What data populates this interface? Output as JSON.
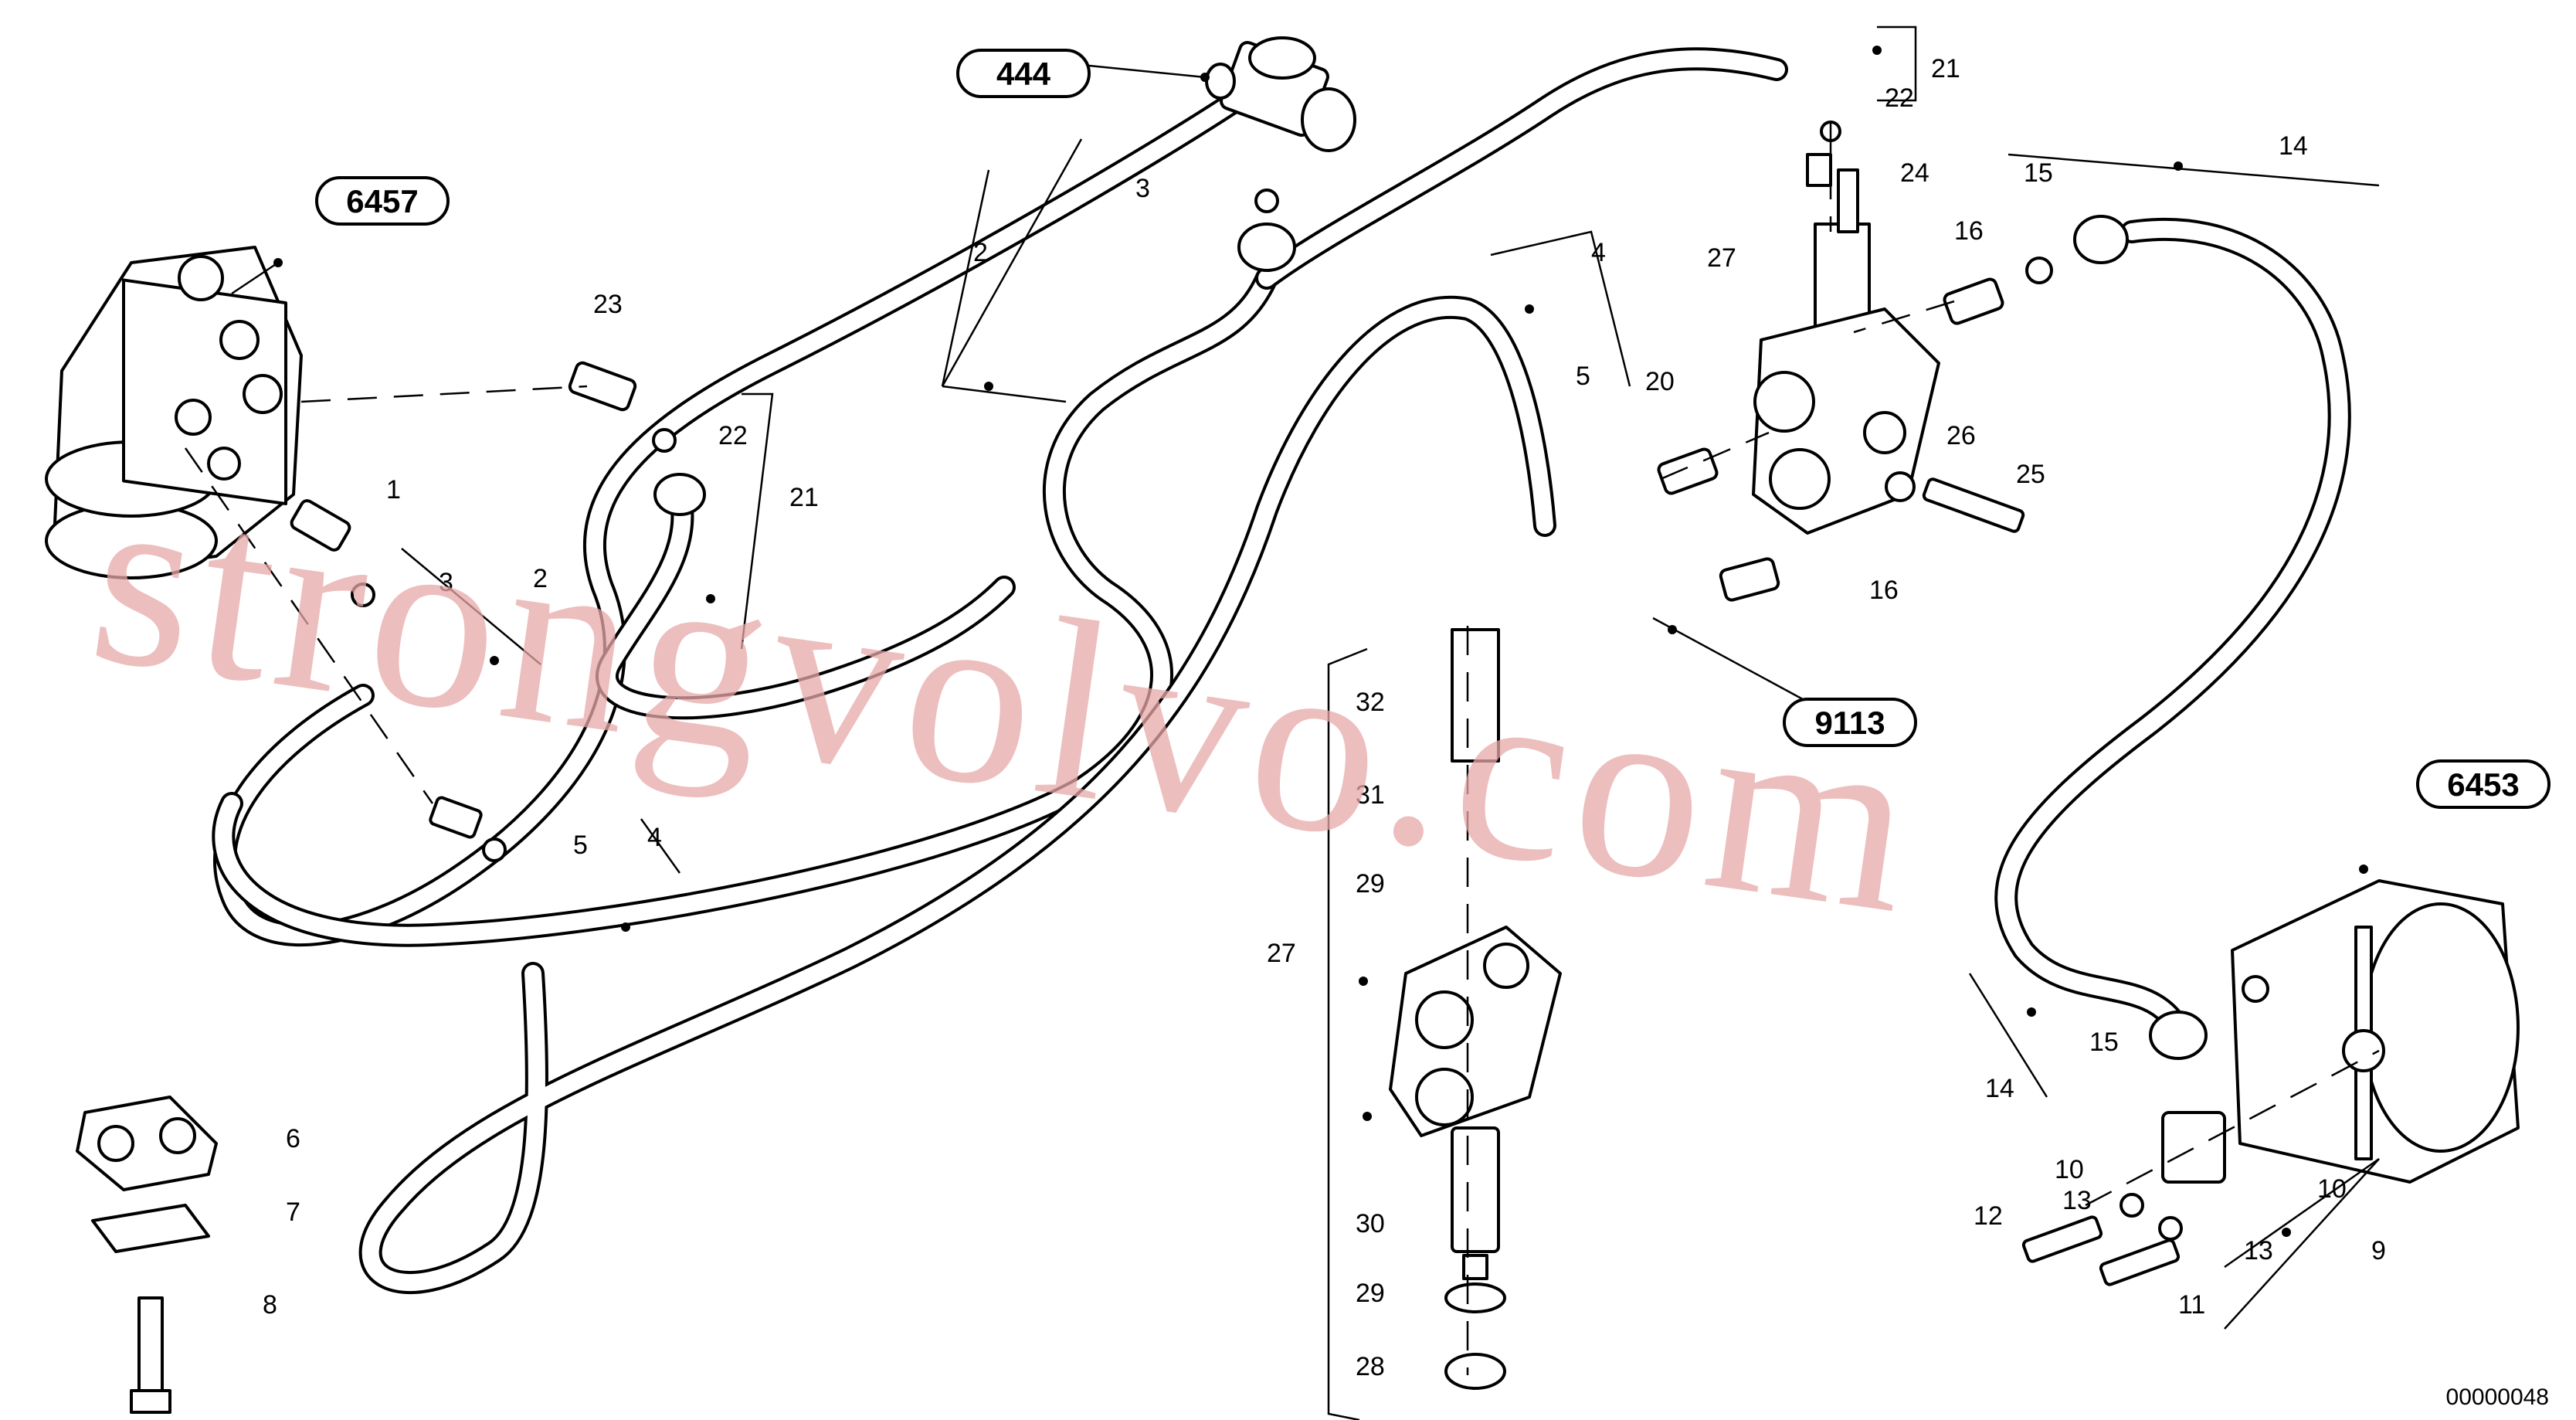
{
  "watermark": "strongvolvo.com",
  "drawing_code": "00000048",
  "references": [
    {
      "label": "6457"
    },
    {
      "label": "444"
    },
    {
      "label": "9113"
    },
    {
      "label": "6453"
    }
  ],
  "callouts": [
    "1",
    "2",
    "3",
    "4",
    "5",
    "21",
    "22",
    "23",
    "3",
    "2",
    "4",
    "5",
    "20",
    "22",
    "24",
    "21",
    "27",
    "26",
    "25",
    "16",
    "16",
    "15",
    "14",
    "32",
    "31",
    "29",
    "27",
    "30",
    "29",
    "28",
    "6",
    "7",
    "8",
    "14",
    "15",
    "10",
    "13",
    "12",
    "11",
    "13",
    "9",
    "10"
  ]
}
